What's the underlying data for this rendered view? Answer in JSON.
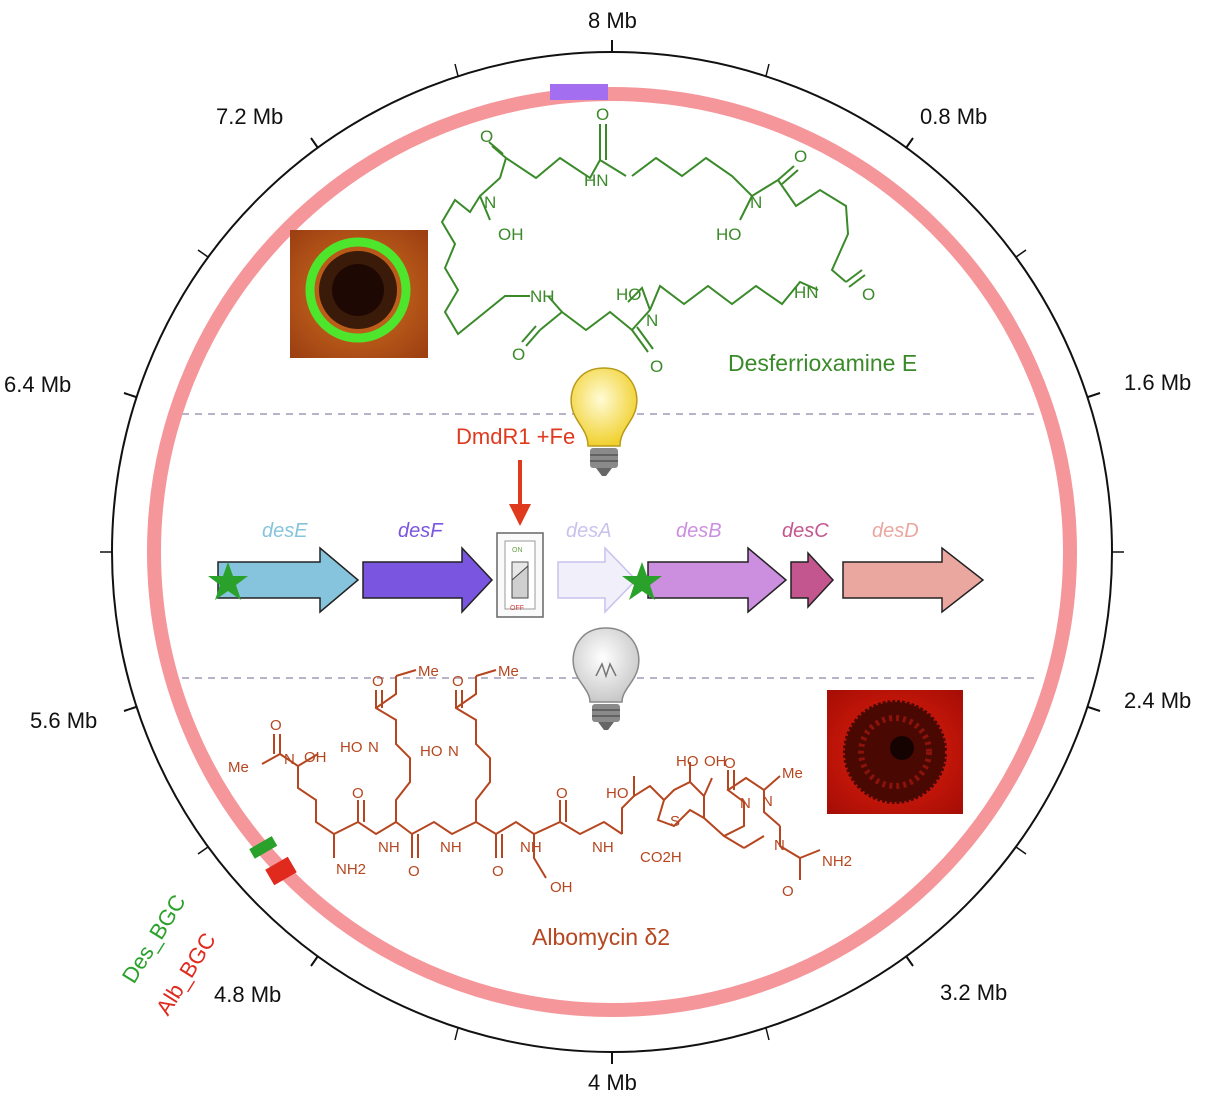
{
  "genome_ticks": [
    "8 Mb",
    "0.8 Mb",
    "1.6 Mb",
    "2.4 Mb",
    "3.2 Mb",
    "4 Mb",
    "4.8 Mb",
    "5.6 Mb",
    "6.4 Mb",
    "7.2 Mb"
  ],
  "regulator_label": "DmdR1 +Fe",
  "genes": [
    {
      "name": "desE",
      "color": "#86c4dd"
    },
    {
      "name": "desF",
      "color": "#7a55e0"
    },
    {
      "name": "desA",
      "color": "#c9c2ee"
    },
    {
      "name": "desB",
      "color": "#cc8fe0"
    },
    {
      "name": "desC",
      "color": "#c4568f"
    },
    {
      "name": "desD",
      "color": "#eaa7a0"
    }
  ],
  "switch": {
    "on": "ON",
    "off": "OFF"
  },
  "compounds": {
    "top": {
      "name": "Desferrioxamine E",
      "color": "#3a8a2a"
    },
    "bottom": {
      "name": "Albomycin δ2",
      "color": "#b5461f"
    }
  },
  "chem_labels": {
    "o": "O",
    "n": "N",
    "oh": "OH",
    "ho": "HO",
    "hn": "HN",
    "nh": "NH",
    "me": "Me",
    "s": "S",
    "nh2": "NH2",
    "co2h": "CO2H"
  },
  "bgc_labels": {
    "des": "Des_BGC",
    "alb": "Alb_BGC"
  },
  "colors": {
    "ring": "#f5969a",
    "des_marker": "#2aa12a",
    "alb_marker": "#e02a1e",
    "top_marker": "#a46ef0"
  }
}
